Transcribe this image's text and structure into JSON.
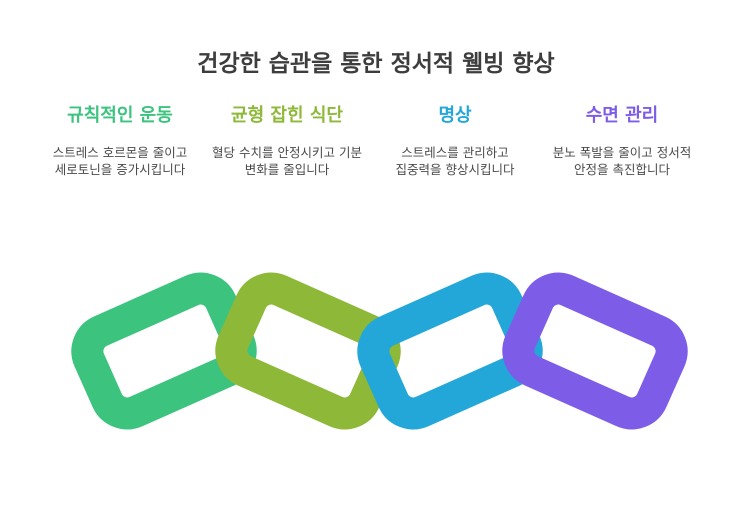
{
  "title": "건강한 습관을 통한 정서적 웰빙 향상",
  "items": [
    {
      "label": "규칙적인 운동",
      "text": "스트레스 호르몬을 줄이고 세로토닌을 증가시킵니다",
      "color": "#3cc37e"
    },
    {
      "label": "균형 잡힌 식단",
      "text": "혈당 수치를 안정시키고 기분 변화를 줄입니다",
      "color": "#8db838"
    },
    {
      "label": "명상",
      "text": "스트레스를 관리하고 집중력을 향상시킵니다",
      "color": "#23a7d9"
    },
    {
      "label": "수면 관리",
      "text": "분노 폭발을 줄이고 정서적 안정을 촉진합니다",
      "color": "#7d5de8"
    }
  ]
}
